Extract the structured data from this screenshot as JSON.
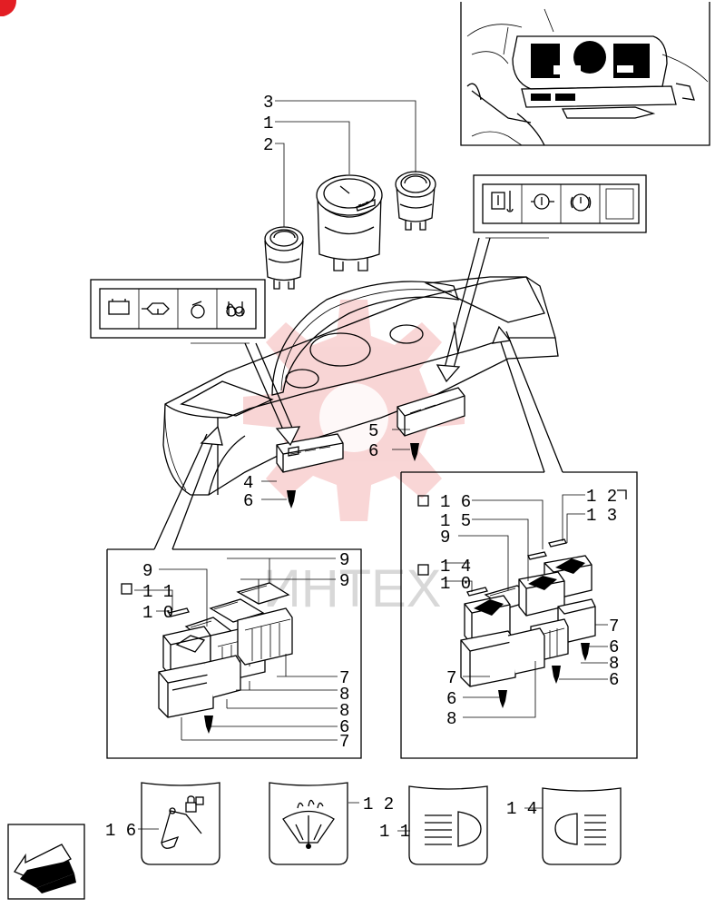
{
  "watermark": "ИНТЕХ",
  "callouts": {
    "c3": "3",
    "c1": "1",
    "c2": "2",
    "c5": "5",
    "c6a": "6",
    "c4": "4",
    "c6b": "6",
    "l9a": "9",
    "l11": "1 1",
    "l10": "1 0",
    "l9b": "9",
    "l9c": "9",
    "l7a": "7",
    "l8a": "8",
    "l8b": "8",
    "l6": "6",
    "l7b": "7",
    "r16": "1 6",
    "r15": "1 5",
    "r9": "9",
    "r14": "1 4",
    "r10": "1 0",
    "r12": "1 2",
    "r13": "1 3",
    "r7a": "7",
    "r6a": "6",
    "r8a": "8",
    "r6b": "6",
    "r7b": "7",
    "r6c": "6",
    "r8b": "8",
    "b16": "1 6",
    "b12": "1 2",
    "b11": "1 1",
    "b14": "1 4"
  },
  "icons": {
    "left_panel": [
      "battery-icon",
      "oil-pressure-icon",
      "coolant-icon",
      "glow-plug-icon"
    ],
    "right_panel": [
      "engine-temp-icon",
      "hydraulic-pressure-icon",
      "parking-brake-icon",
      "blank-slot"
    ],
    "bottom_tiles": [
      "loader-lock-icon",
      "wiper-washer-icon",
      "low-beam-icon",
      "high-beam-icon"
    ]
  },
  "colors": {
    "watermark_gear": "#f4b4b4",
    "watermark_text": "#d8d8d8",
    "corner_badge": "#e31e24"
  }
}
